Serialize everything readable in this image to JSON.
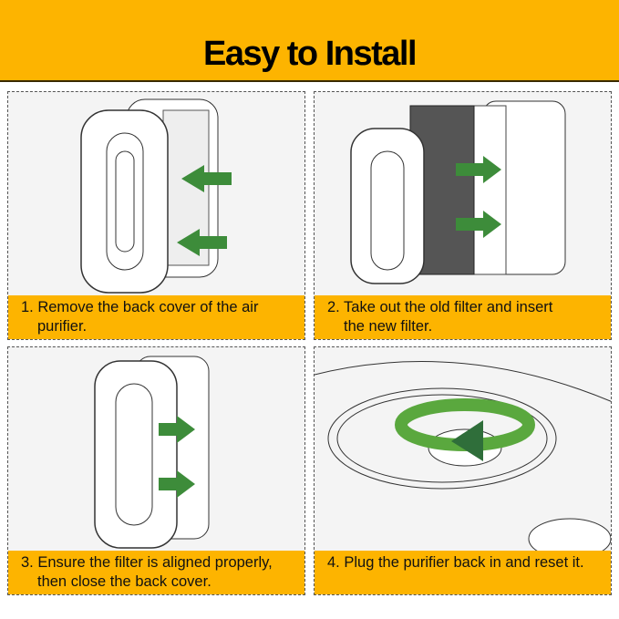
{
  "header": {
    "title": "Easy to Install"
  },
  "steps": [
    {
      "line1": "1. Remove the back cover of the air",
      "line2": "purifier."
    },
    {
      "line1": "2. Take out the old filter and insert",
      "line2": "the new filter."
    },
    {
      "line1": "3. Ensure the filter is aligned properly,",
      "line2": "then close the back cover."
    },
    {
      "line1": "4. Plug the purifier back in and reset it.",
      "line2": ""
    }
  ],
  "colors": {
    "accent": "#FDB400",
    "arrow": "#3d8c3a"
  }
}
